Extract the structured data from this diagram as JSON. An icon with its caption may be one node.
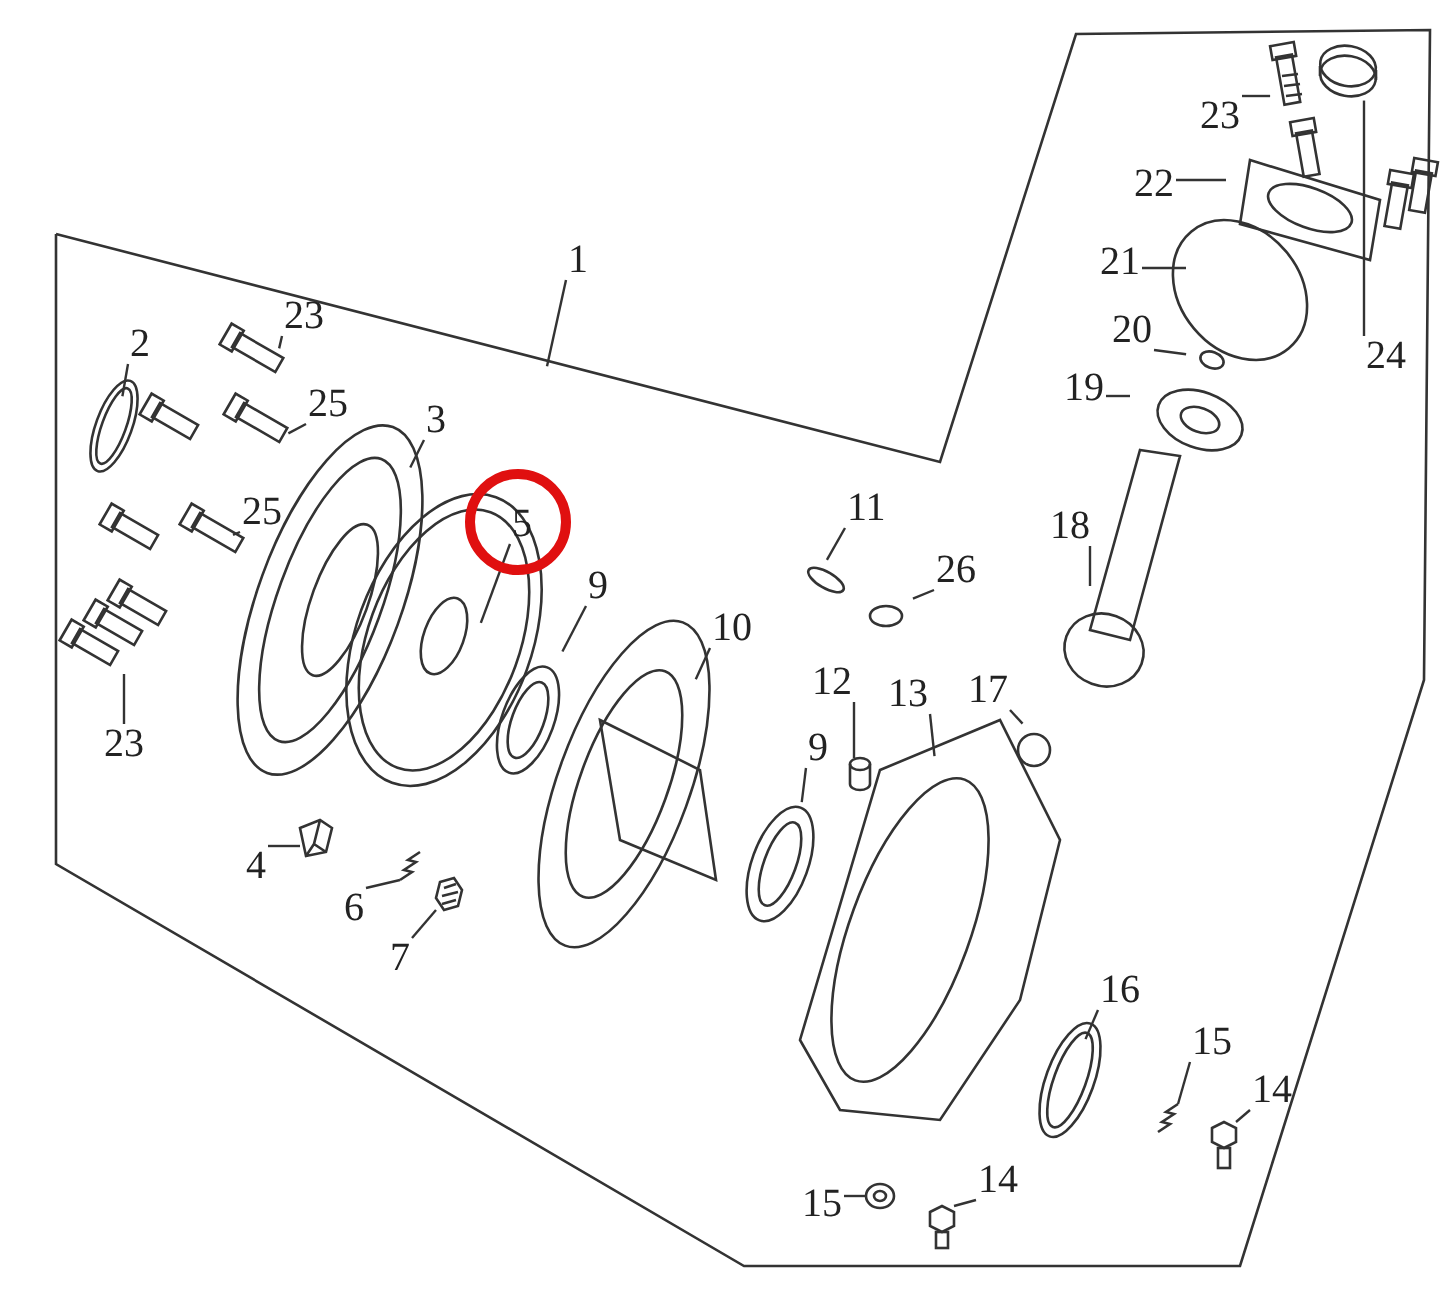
{
  "diagram": {
    "nodes": [
      {
        "text": [
          "23"
        ]
      },
      {
        "text": [
          "22"
        ]
      },
      {
        "text": [
          "21"
        ]
      },
      {
        "text": [
          "1"
        ]
      },
      {
        "text": [
          "20"
        ]
      },
      {
        "text": [
          "2"
        ]
      },
      {
        "text": [
          "23"
        ]
      },
      {
        "text": [
          "24"
        ]
      },
      {
        "text": [
          "19"
        ]
      },
      {
        "text": [
          "25"
        ]
      },
      {
        "text": [
          "3"
        ]
      },
      {
        "text": [
          "11"
        ]
      },
      {
        "text": [
          "18"
        ]
      },
      {
        "text": [
          "25"
        ]
      },
      {
        "text": [
          "5"
        ]
      },
      {
        "text": [
          "26"
        ]
      },
      {
        "text": [
          "9"
        ]
      },
      {
        "text": [
          "10"
        ]
      },
      {
        "text": [
          "17"
        ]
      },
      {
        "text": [
          "12"
        ]
      },
      {
        "text": [
          "13"
        ]
      },
      {
        "text": [
          "23"
        ]
      },
      {
        "text": [
          "9"
        ]
      },
      {
        "text": [
          "4"
        ]
      },
      {
        "text": [
          "6"
        ]
      },
      {
        "text": [
          "7"
        ]
      },
      {
        "text": [
          "16"
        ]
      },
      {
        "text": [
          "15"
        ]
      },
      {
        "text": [
          "14"
        ]
      },
      {
        "text": [
          "14"
        ]
      },
      {
        "text": [
          "15"
        ]
      },
      {
        "text": [],
        "shape": "picture"
      },
      {
        "text": [],
        "shape": "picture"
      },
      {
        "text": [],
        "shape": "picture"
      },
      {
        "text": [],
        "shape": "picture"
      },
      {
        "text": [],
        "shape": "picture"
      },
      {
        "text": [],
        "shape": "picture"
      },
      {
        "text": [],
        "shape": "picture"
      },
      {
        "text": [],
        "shape": "picture"
      },
      {
        "text": [],
        "shape": "picture"
      },
      {
        "text": [],
        "shape": "picture"
      }
    ],
    "edges": [
      {
        "from": 0,
        "to": 31,
        "arrow": "none"
      },
      {
        "from": 1,
        "to": null,
        "arrow": "none"
      },
      {
        "from": 2,
        "to": null,
        "arrow": "none"
      },
      {
        "from": 3,
        "to": null,
        "arrow": "none"
      },
      {
        "from": 4,
        "to": null,
        "arrow": "none"
      },
      {
        "from": 5,
        "to": null,
        "arrow": "none"
      },
      {
        "from": 6,
        "to": null,
        "arrow": "none"
      },
      {
        "from": 7,
        "to": 32,
        "arrow": "none"
      },
      {
        "from": 8,
        "to": null,
        "arrow": "none"
      },
      {
        "from": 9,
        "to": null,
        "arrow": "none"
      },
      {
        "from": 10,
        "to": null,
        "arrow": "none"
      },
      {
        "from": 11,
        "to": null,
        "arrow": "none"
      },
      {
        "from": 12,
        "to": null,
        "arrow": "none"
      },
      {
        "from": 13,
        "to": null,
        "arrow": "none"
      },
      {
        "from": 14,
        "to": null,
        "arrow": "none"
      },
      {
        "from": 15,
        "to": null,
        "arrow": "none"
      },
      {
        "from": 16,
        "to": null,
        "arrow": "none"
      },
      {
        "from": 17,
        "to": null,
        "arrow": "none"
      },
      {
        "from": 18,
        "to": null,
        "arrow": "none"
      },
      {
        "from": 19,
        "to": 40,
        "arrow": "none"
      },
      {
        "from": 20,
        "to": null,
        "arrow": "none"
      },
      {
        "from": 21,
        "to": null,
        "arrow": "none"
      },
      {
        "from": 22,
        "to": null,
        "arrow": "none"
      },
      {
        "from": 23,
        "to": 33,
        "arrow": "none"
      },
      {
        "from": 24,
        "to": 34,
        "arrow": "none"
      },
      {
        "from": 25,
        "to": 35,
        "arrow": "none"
      },
      {
        "from": 26,
        "to": null,
        "arrow": "none"
      },
      {
        "from": 27,
        "to": 36,
        "arrow": "none"
      },
      {
        "from": 28,
        "to": 37,
        "arrow": "none"
      },
      {
        "from": 29,
        "to": 38,
        "arrow": "none"
      },
      {
        "from": 30,
        "to": 39,
        "arrow": "none"
      }
    ]
  }
}
